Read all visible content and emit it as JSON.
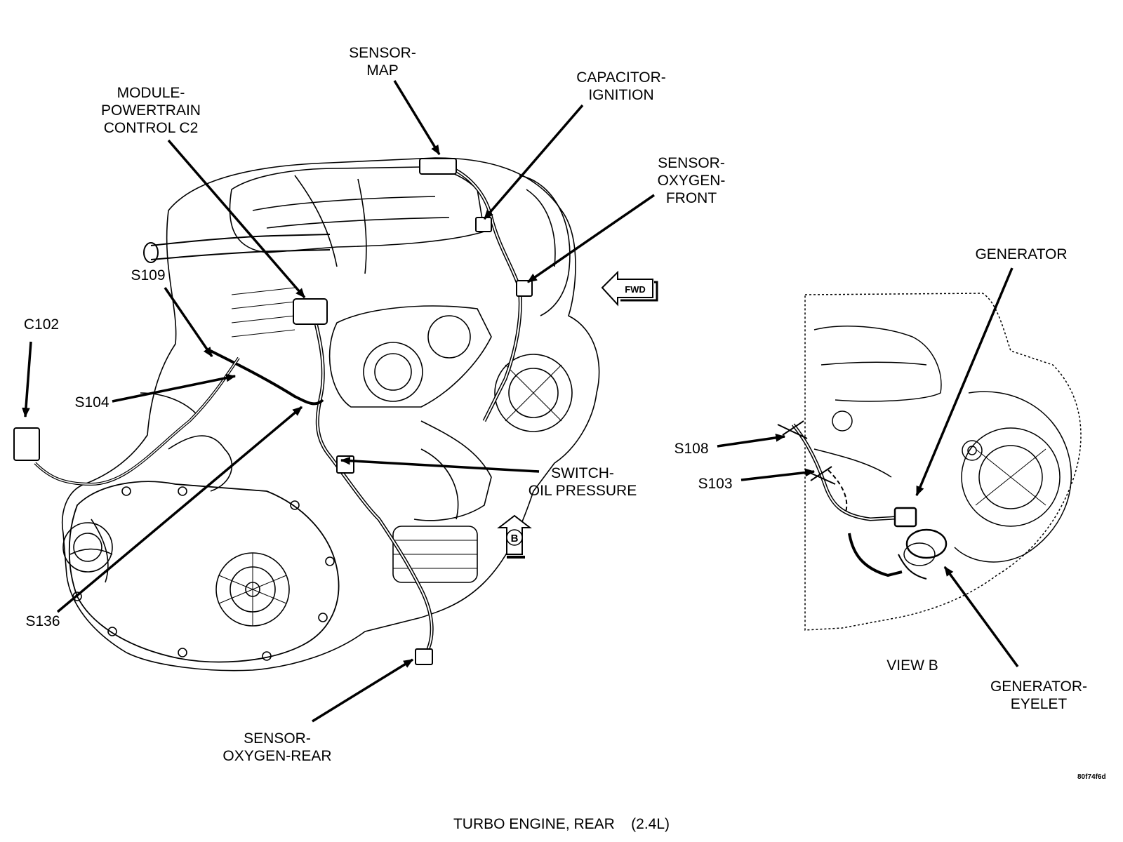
{
  "callouts": {
    "sensor_map": [
      "SENSOR-",
      "MAP"
    ],
    "capacitor_ignition": [
      "CAPACITOR-",
      "IGNITION"
    ],
    "module_pcm": [
      "MODULE-",
      "POWERTRAIN",
      "CONTROL C2"
    ],
    "sensor_oxygen_front": [
      "SENSOR-",
      "OXYGEN-",
      "FRONT"
    ],
    "generator": "GENERATOR",
    "s109": "S109",
    "c102": "C102",
    "s104": "S104",
    "s108": "S108",
    "s103": "S103",
    "switch_oil_pressure": [
      "SWITCH-",
      "OIL PRESSURE"
    ],
    "s136": "S136",
    "sensor_oxygen_rear": [
      "SENSOR-",
      "OXYGEN-REAR"
    ],
    "generator_eyelet": [
      "GENERATOR-",
      "EYELET"
    ],
    "view_b": "VIEW B"
  },
  "markers": {
    "fwd": "FWD",
    "view_marker": "B"
  },
  "figure_code": "80f74f6d",
  "caption": "TURBO ENGINE, REAR    (2.4L)"
}
